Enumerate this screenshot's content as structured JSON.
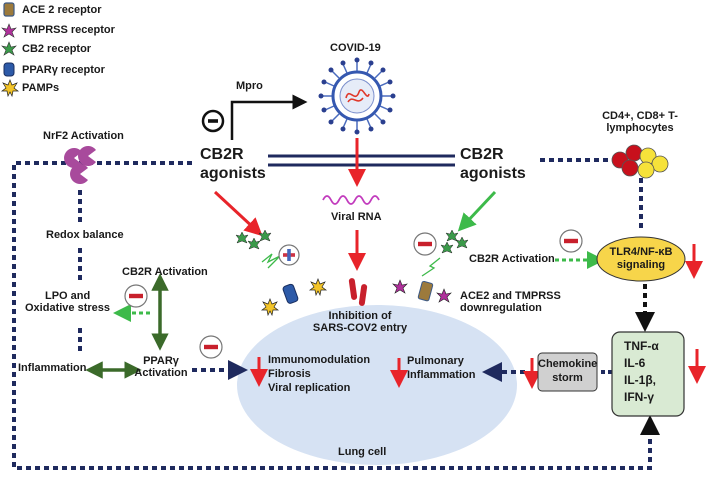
{
  "legend": [
    {
      "label": "ACE 2 receptor",
      "icon": "ace2-receptor-icon"
    },
    {
      "label": "TMPRSS receptor",
      "icon": "tmprss-receptor-icon"
    },
    {
      "label": "CB2 receptor",
      "icon": "cb2-receptor-icon"
    },
    {
      "label": "PPARγ receptor",
      "icon": "ppar-receptor-icon"
    },
    {
      "label": "PAMPs",
      "icon": "pamps-icon"
    }
  ],
  "top": {
    "covid_label": "COVID-19",
    "mpro_label": "Mpro",
    "viral_rna_label": "Viral RNA"
  },
  "agonists": {
    "left_line1": "CB2R",
    "left_line2": "agonists",
    "right_line1": "CB2R",
    "right_line2": "agonists"
  },
  "left_path": {
    "nrf2": "NrF2 Activation",
    "redox": "Redox balance",
    "cb2r_activation": "CB2R Activation",
    "lpo_line1": "LPO and",
    "lpo_line2": "Oxidative stress",
    "inflammation": "Inflammation",
    "ppar_line1": "PPARγ",
    "ppar_line2": "Activation"
  },
  "lung_cell": {
    "entry_line1": "Inhibition of",
    "entry_line2": "SARS-COV2 entry",
    "immuno_line1": "Immunomodulation",
    "immuno_line2": "Fibrosis",
    "immuno_line3": "Viral replication",
    "pulm_line1": "Pulmonary",
    "pulm_line2": "Inflammation",
    "label": "Lung cell"
  },
  "right_path": {
    "lymph_line1": "CD4+, CD8+ T-",
    "lymph_line2": "lymphocytes",
    "ace2_line1": "ACE2 and TMPRSS",
    "ace2_line2": "downregulation",
    "cb2r_activation": "CB2R Activation",
    "tlr_line1": "TLR4/NF-κB",
    "tlr_line2": "signaling",
    "cytokines": [
      "TNF-α",
      "IL-6",
      "IL-1β,",
      "IFN-γ"
    ],
    "chemokine_line1": "Chemokine",
    "chemokine_line2": "storm"
  },
  "colors": {
    "red_arrow": "#e8242a",
    "green_arrow": "#3dba4a",
    "dark_green": "#3b6a2a",
    "navy": "#1f2a5e",
    "lung_fill": "#d6e2f3",
    "tlr_fill": "#f7d54a",
    "cytokine_fill": "#d9ead3",
    "chemokine_fill": "#d0d0d0",
    "nrf2_purple": "#a84a9c"
  }
}
